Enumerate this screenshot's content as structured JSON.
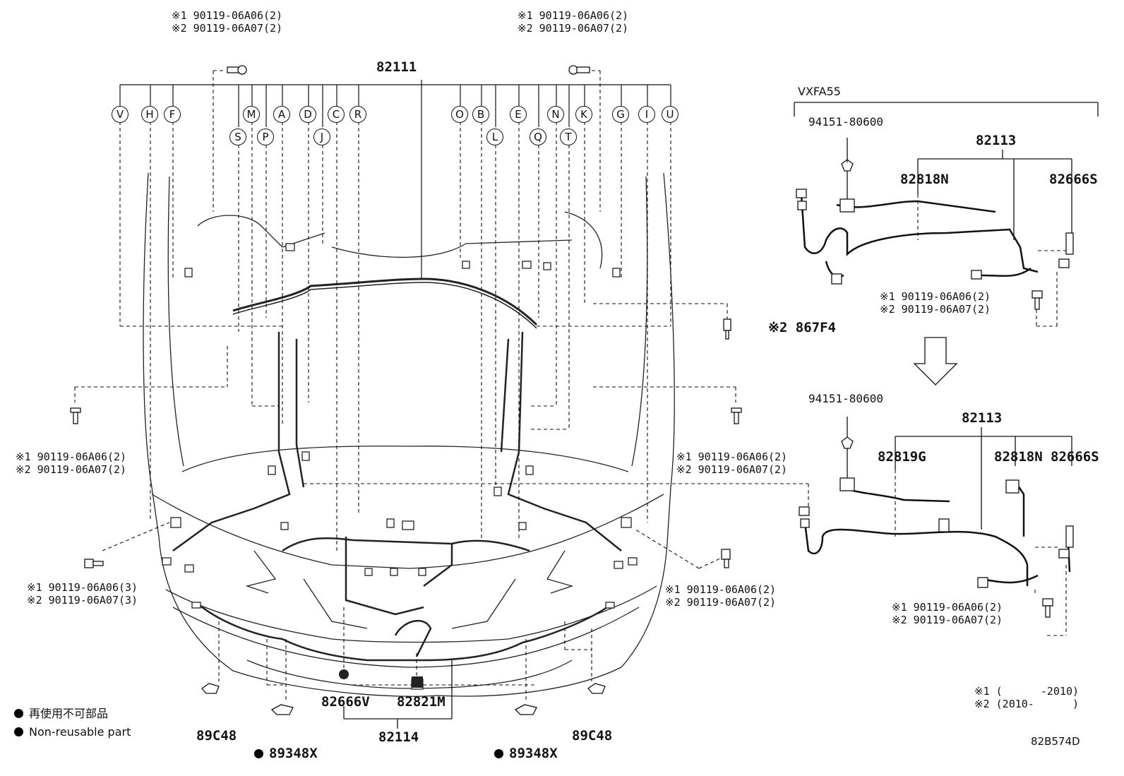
{
  "diagram_code": "82B574D",
  "variant_label": "VXFA55",
  "circle_labels": [
    "V",
    "H",
    "F",
    "S",
    "M",
    "P",
    "A",
    "D",
    "J",
    "C",
    "R",
    "O",
    "B",
    "L",
    "E",
    "Q",
    "N",
    "T",
    "K",
    "G",
    "I",
    "U"
  ],
  "parts": {
    "main_harness": "82111",
    "sub_harness": "82113",
    "bottom_harness": "82114",
    "clip_top": "94151-80600",
    "clip_bottom": "94151-80600",
    "wire_82818N": "82818N",
    "wire_82818N_b": "82818N",
    "wire_82666S": "82666S",
    "wire_82666S_b": "82666S",
    "wire_82819G": "82819G",
    "bracket_left": "89C48",
    "bracket_right": "89C48",
    "sensor_left": "89348X",
    "sensor_right": "89348X",
    "item_82666V": "82666V",
    "item_82821M": "82821M",
    "bolt_867F4": "※2 867F4"
  },
  "bolt_notes": {
    "n1": "※1 90119-06A06(2)",
    "n2": "※2 90119-06A07(2)",
    "n1_3": "※1 90119-06A06(3)",
    "n2_3": "※2 90119-06A07(3)"
  },
  "footnotes": {
    "f1": "※1 (      -2010)",
    "f2": "※2 (2010-      )"
  },
  "legend": {
    "jp": "再使用不可部品",
    "en": "Non-reusable part"
  }
}
